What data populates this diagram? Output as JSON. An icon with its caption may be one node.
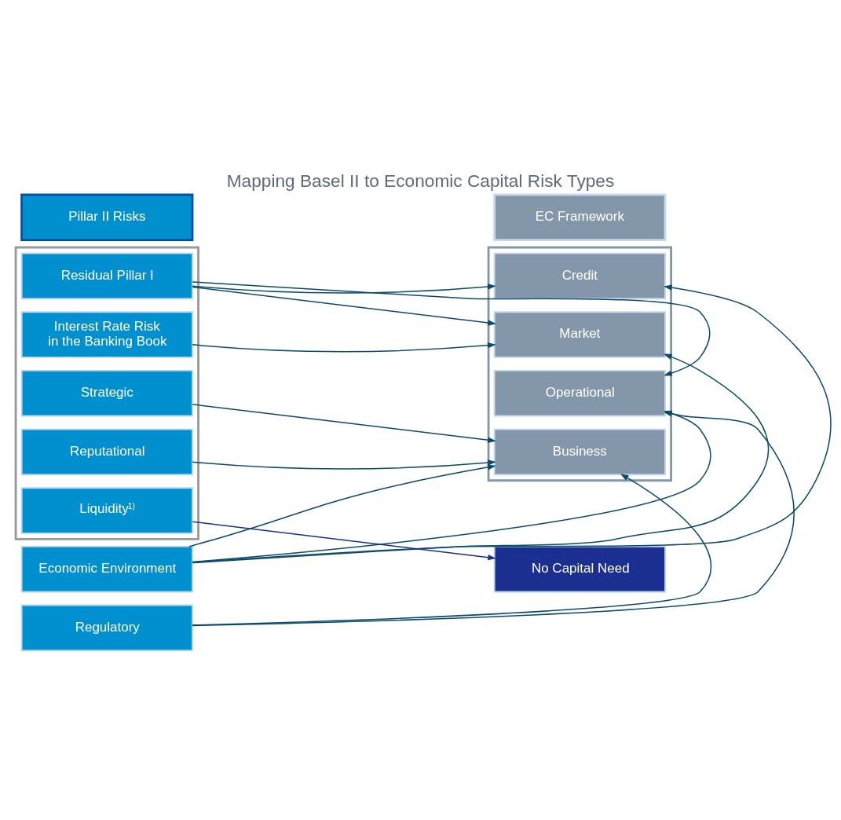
{
  "diagram": {
    "title": "Mapping Basel II to Economic Capital Risk Types",
    "nodes": [
      {
        "text": [
          "Pillar II Risks"
        ]
      },
      {
        "text": [
          "EC Framework"
        ]
      },
      {
        "text": [],
        "shape": "box"
      },
      {
        "text": [
          "Residual Pillar I"
        ],
        "in": 2
      },
      {
        "text": [
          "Interest Rate Risk in the Banking Book"
        ],
        "in": 2
      },
      {
        "text": [
          "Strategic"
        ],
        "in": 2
      },
      {
        "text": [
          "Reputational"
        ],
        "in": 2
      },
      {
        "text": [
          "Liquidity$^{1)}$"
        ],
        "in": 2
      },
      {
        "text": [],
        "shape": "box"
      },
      {
        "text": [
          "Credit"
        ],
        "in": 8
      },
      {
        "text": [
          "Market"
        ],
        "in": 8
      },
      {
        "text": [
          "Operational"
        ],
        "in": 8
      },
      {
        "text": [
          "Business"
        ],
        "in": 8
      },
      {
        "text": [
          "Economic Environment"
        ]
      },
      {
        "text": [
          "Regulatory"
        ]
      },
      {
        "text": [
          "No Capital Need"
        ]
      }
    ],
    "edges": [
      {
        "from": 3,
        "to": 9,
        "arrow": "to"
      },
      {
        "from": 3,
        "to": 10,
        "arrow": "to"
      },
      {
        "from": 3,
        "to": 11,
        "arrow": "to"
      },
      {
        "from": 4,
        "to": 10,
        "arrow": "to"
      },
      {
        "from": 5,
        "to": 12,
        "arrow": "to"
      },
      {
        "from": 6,
        "to": 12,
        "arrow": "to"
      },
      {
        "from": 7,
        "to": 15,
        "arrow": "to",
        "color": "#1b2f91"
      },
      {
        "from": 13,
        "to": 9,
        "arrow": "to"
      },
      {
        "from": 13,
        "to": 10,
        "arrow": "to"
      },
      {
        "from": 13,
        "to": 11,
        "arrow": "to"
      },
      {
        "from": 13,
        "to": 12,
        "arrow": "to"
      },
      {
        "from": 14,
        "to": 11,
        "arrow": "to"
      },
      {
        "from": 14,
        "to": 12,
        "arrow": "to"
      }
    ]
  }
}
